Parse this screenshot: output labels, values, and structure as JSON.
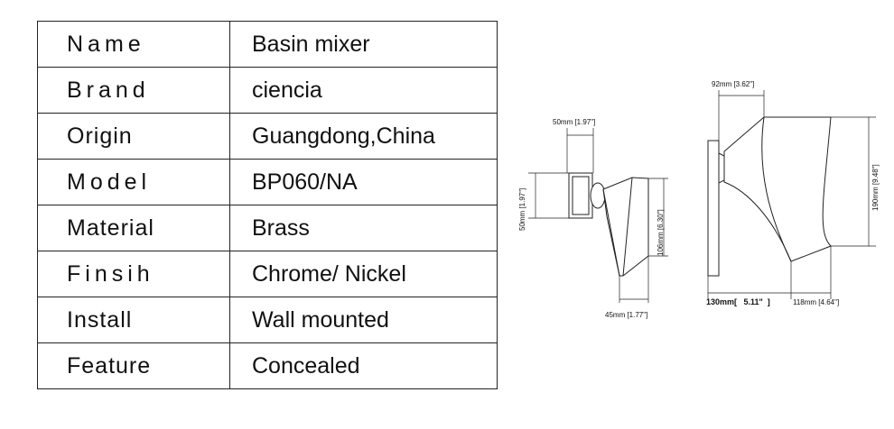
{
  "spec_table": {
    "rows": [
      {
        "key": "Name",
        "value": "Basin mixer"
      },
      {
        "key": "Brand",
        "value": "ciencia"
      },
      {
        "key": "Origin",
        "value": "Guangdong,China"
      },
      {
        "key": "Model",
        "value": "BP060/NA"
      },
      {
        "key": "Material",
        "value": "Brass"
      },
      {
        "key": "Finsih",
        "value": "Chrome/ Nickel"
      },
      {
        "key": "Install",
        "value": "Wall mounted"
      },
      {
        "key": "Feature",
        "value": "Concealed"
      }
    ]
  },
  "drawing": {
    "front_view": {
      "top_dim": "50mm [1.97\"]",
      "left_dim": "50mm [1.97\"]",
      "height_dim": "106mm [6.30\"]",
      "bottom_dim": "45mm [1.77\"]"
    },
    "side_view": {
      "top_dim": "92mm [3.62\"]",
      "height_dim": "190mm [9.48\"]",
      "bottom_dim_left": "130mm[   5.11\"  ]",
      "bottom_dim_right": "118mm [4.64\"]"
    }
  }
}
